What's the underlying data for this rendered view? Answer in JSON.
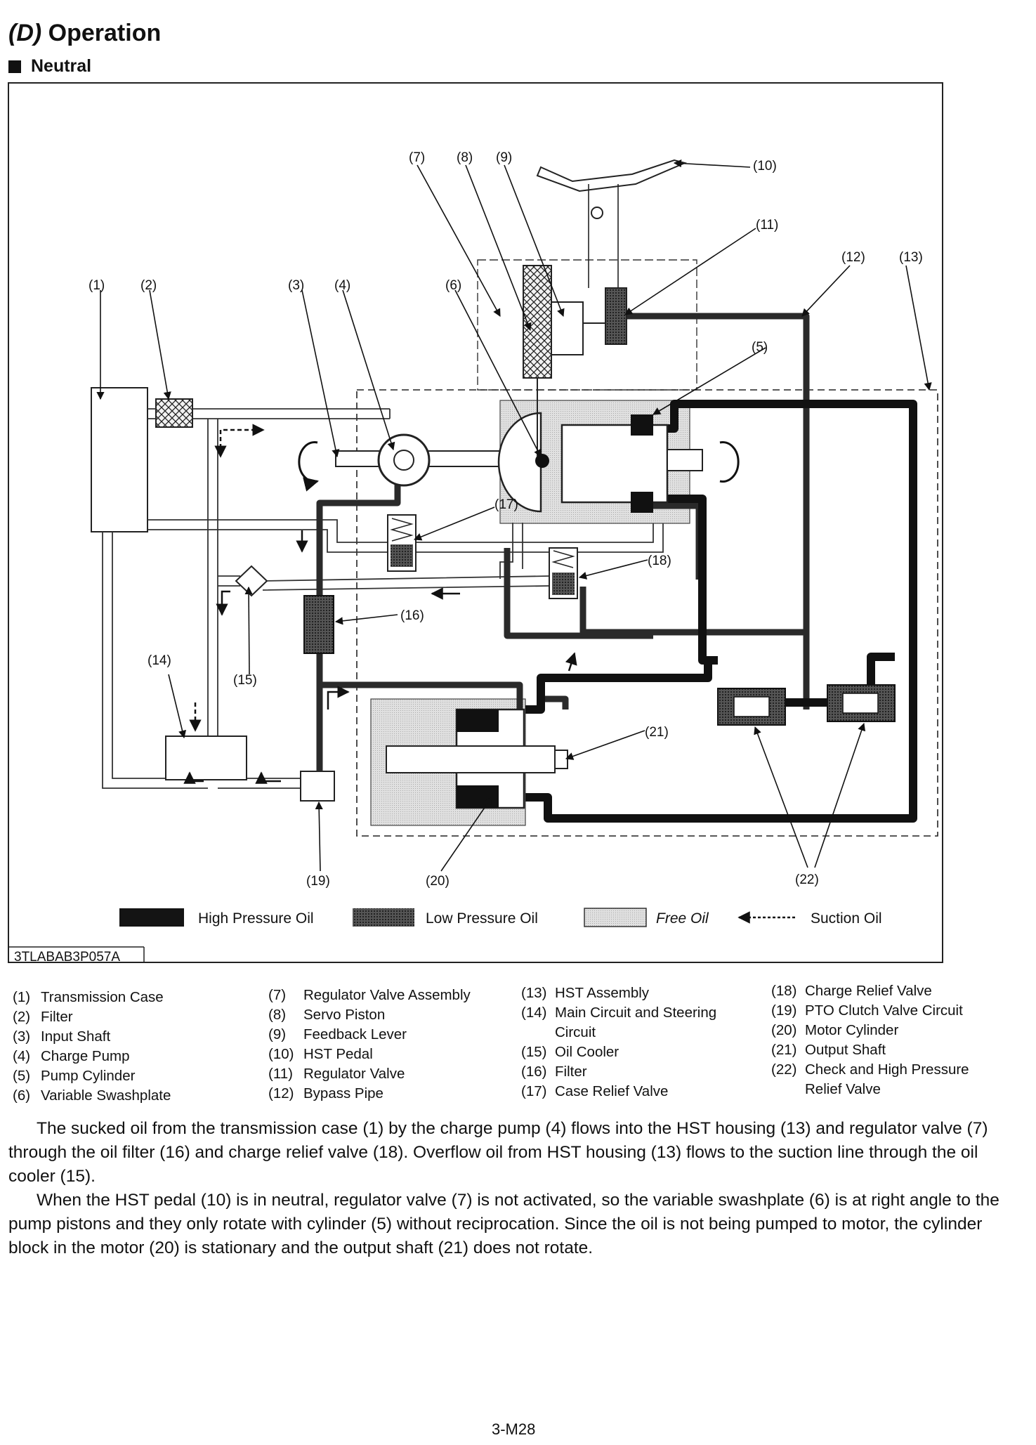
{
  "header": {
    "section_prefix": "(D)",
    "section_title": "Operation",
    "subsection": "Neutral"
  },
  "diagram": {
    "callouts": {
      "c1": "(1)",
      "c2": "(2)",
      "c3": "(3)",
      "c4": "(4)",
      "c5": "(5)",
      "c6": "(6)",
      "c7": "(7)",
      "c8": "(8)",
      "c9": "(9)",
      "c10": "(10)",
      "c11": "(11)",
      "c12": "(12)",
      "c13": "(13)",
      "c14": "(14)",
      "c15": "(15)",
      "c16": "(16)",
      "c17": "(17)",
      "c18": "(18)",
      "c19": "(19)",
      "c20": "(20)",
      "c21": "(21)",
      "c22": "(22)"
    },
    "legend": {
      "high_pressure": "High Pressure Oil",
      "low_pressure": "Low Pressure Oil",
      "free_oil": "Free Oil",
      "suction_oil": "Suction Oil"
    },
    "figure_code": "3TLABAB3P057A",
    "colors": {
      "high_pressure": "#141414",
      "low_pressure": "#3a3a3a",
      "free_oil": "#d6d6d6",
      "pipe_fill": "#ffffff"
    }
  },
  "parts": [
    {
      "num": "(1)",
      "name": "Transmission Case"
    },
    {
      "num": "(2)",
      "name": "Filter"
    },
    {
      "num": "(3)",
      "name": "Input Shaft"
    },
    {
      "num": "(4)",
      "name": "Charge Pump"
    },
    {
      "num": "(5)",
      "name": "Pump Cylinder"
    },
    {
      "num": "(6)",
      "name": "Variable Swashplate"
    },
    {
      "num": "(7)",
      "name": "Regulator Valve Assembly"
    },
    {
      "num": "(8)",
      "name": "Servo Piston"
    },
    {
      "num": "(9)",
      "name": "Feedback Lever"
    },
    {
      "num": "(10)",
      "name": "HST Pedal"
    },
    {
      "num": "(11)",
      "name": "Regulator Valve"
    },
    {
      "num": "(12)",
      "name": "Bypass Pipe"
    },
    {
      "num": "(13)",
      "name": "HST Assembly"
    },
    {
      "num": "(14)",
      "name": "Main Circuit and Steering",
      "cont": "Circuit"
    },
    {
      "num": "(15)",
      "name": "Oil Cooler"
    },
    {
      "num": "(16)",
      "name": "Filter"
    },
    {
      "num": "(17)",
      "name": "Case Relief Valve"
    },
    {
      "num": "(18)",
      "name": "Charge Relief Valve"
    },
    {
      "num": "(19)",
      "name": "PTO Clutch Valve Circuit"
    },
    {
      "num": "(20)",
      "name": "Motor Cylinder"
    },
    {
      "num": "(21)",
      "name": "Output Shaft"
    },
    {
      "num": "(22)",
      "name": "Check and High Pressure",
      "cont": "Relief Valve"
    }
  ],
  "body": {
    "para1": "The sucked oil from the transmission case (1) by the charge pump (4) flows into the HST housing (13) and regulator valve (7) through the oil filter (16) and charge relief valve (18). Overflow oil from HST housing (13) flows to the suction line through the oil cooler (15).",
    "para2": "When the HST pedal (10) is in neutral, regulator valve (7) is not activated, so the variable swashplate (6) is at right angle to the pump pistons and they only rotate with cylinder (5) without reciprocation. Since the oil is not being pumped to motor, the cylinder block in the motor (20) is stationary and the output shaft (21) does not rotate."
  },
  "footer": {
    "page_number": "3-M28"
  }
}
